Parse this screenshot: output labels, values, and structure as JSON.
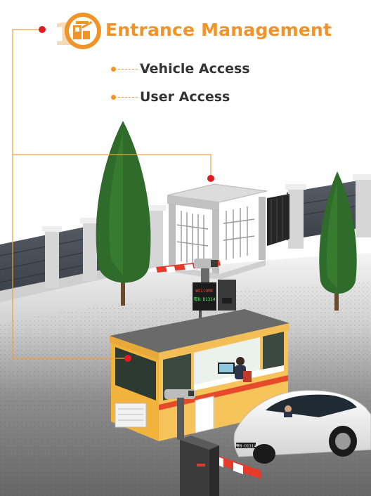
{
  "header": {
    "title": "Entrance Management",
    "badge_number": "10",
    "badge_icon": "barrier-gate-icon",
    "accent_color": "#f0932b"
  },
  "features": [
    {
      "label": "Vehicle Access"
    },
    {
      "label": "User Access"
    }
  ],
  "scene": {
    "led_sign": {
      "line1": "WELCOME",
      "line2": "粤B·D1314"
    },
    "plate": "粤B·D1314",
    "colors": {
      "fence": "#4a4e57",
      "pillar": "#d9d9d9",
      "ground": "#7a7a7a",
      "booth_wall": "#f2b33d",
      "booth_roof": "#6a6a6a",
      "car": "#f1f1f1",
      "tree": "#2f6b2a",
      "leader_line": "#f0a040",
      "marker_red": "#e01b22"
    }
  }
}
